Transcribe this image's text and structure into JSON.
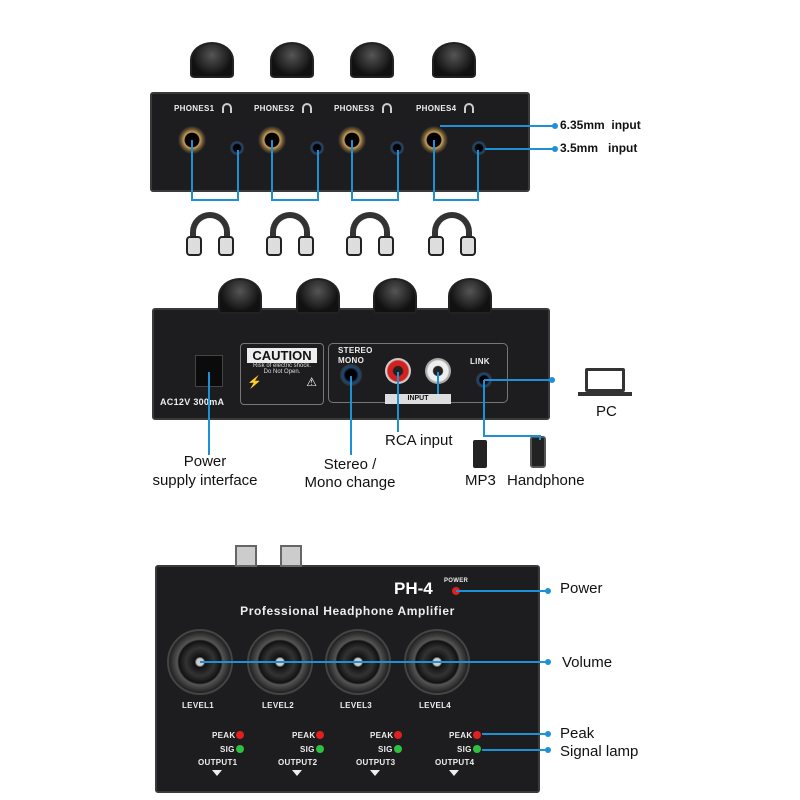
{
  "top_panel": {
    "channels": [
      "PHONES1",
      "PHONES2",
      "PHONES3",
      "PHONES4"
    ],
    "callouts": [
      "6.35mm  input",
      "3.5mm   input"
    ]
  },
  "rear_panel": {
    "power_label": "AC12V 300mA",
    "caution_title": "CAUTION",
    "caution_text": [
      "Risk of electric shock.",
      "Do Not Open."
    ],
    "stereo_label": "STEREO",
    "mono_label": "MONO",
    "input_label": "INPUT",
    "link_label": "LINK",
    "callouts": {
      "power": [
        "Power",
        "supply interface"
      ],
      "stereo_mono": [
        "Stereo /",
        "Mono change"
      ],
      "rca": "RCA input",
      "pc": "PC",
      "mp3": "MP3",
      "handphone": "Handphone"
    }
  },
  "front_panel": {
    "model": "PH-4",
    "power_led_label": "POWER",
    "title": "Professional Headphone Amplifier",
    "levels": [
      "LEVEL1",
      "LEVEL2",
      "LEVEL3",
      "LEVEL4"
    ],
    "peak_label": "PEAK",
    "sig_label": "SIG",
    "outputs": [
      "OUTPUT1",
      "OUTPUT2",
      "OUTPUT3",
      "OUTPUT4"
    ],
    "callouts": [
      "Power",
      "Volume",
      "Peak",
      "Signal lamp"
    ]
  },
  "colors": {
    "callout_line": "#1e90d6",
    "peak_led": "#e02020",
    "sig_led": "#30c040",
    "panel": "#1d1d1f"
  }
}
